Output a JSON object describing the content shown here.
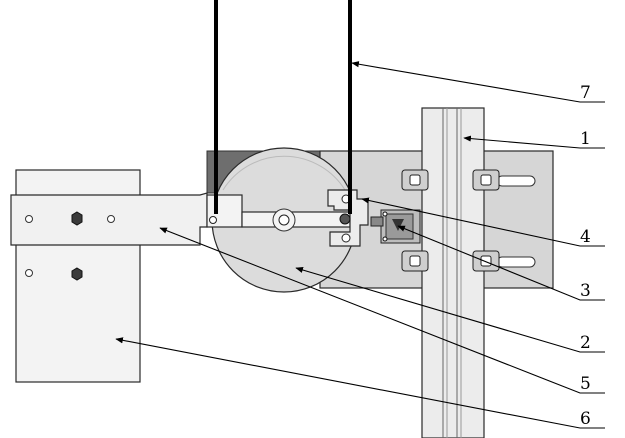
{
  "figure": {
    "callouts": [
      {
        "id": "1",
        "label": "1"
      },
      {
        "id": "2",
        "label": "2"
      },
      {
        "id": "3",
        "label": "3"
      },
      {
        "id": "4",
        "label": "4"
      },
      {
        "id": "5",
        "label": "5"
      },
      {
        "id": "6",
        "label": "6"
      },
      {
        "id": "7",
        "label": "7"
      }
    ]
  },
  "colors": {
    "background": "#ffffff",
    "light_panel": "#f1f1f1",
    "mount_plate": "#d6d6d6",
    "dark_block": "#6e6e6e",
    "disc": "#d9d9d9",
    "rail": "#ebebeb",
    "line": "#000000"
  }
}
